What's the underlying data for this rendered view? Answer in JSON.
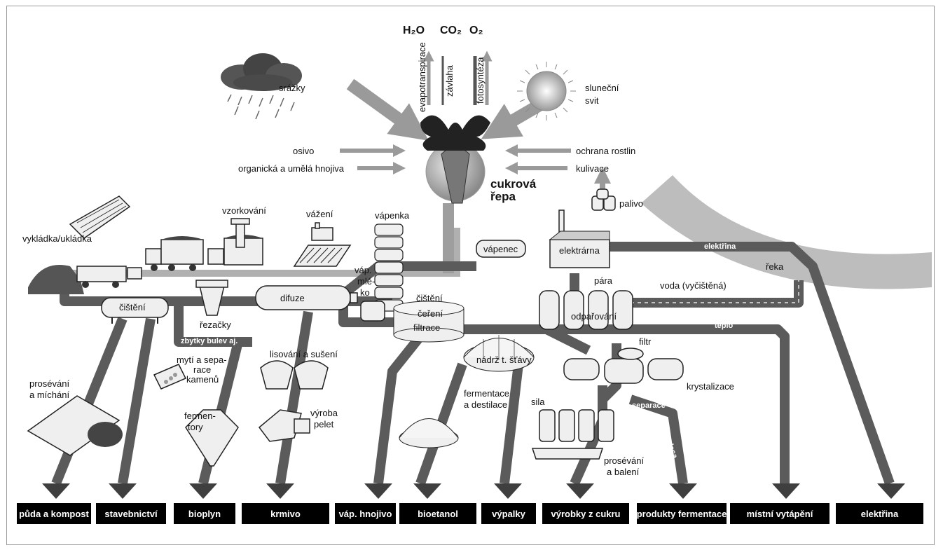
{
  "chemicals": {
    "h2o": "H₂O",
    "co2": "CO₂",
    "o2": "O₂"
  },
  "vertical_labels": {
    "evapotranspirace": "evapotranspirace",
    "zavlaha": "závlaha",
    "fotosynteza": "fotosyntéza"
  },
  "inputs": {
    "srazky": "srážky",
    "slunecni": "sluneční",
    "svit": "svit",
    "osivo": "osivo",
    "hnojiva": "organická a umělá hnojiva",
    "ochrana": "ochrana rostlin",
    "kulivace": "kulivace"
  },
  "center": {
    "line1": "cukrová",
    "line2": "řepa"
  },
  "stages": {
    "vykladka": "vykládka/ukládka",
    "vzorkovani": "vzorkování",
    "vazeni": "vážení",
    "vapenka": "vápenka",
    "vapenec": "vápenec",
    "elektrarna": "elektrárna",
    "palivo": "palivo",
    "reka": "řeka",
    "vap_mleko": [
      "váp.",
      "mlé-",
      "ko"
    ],
    "cisteni_left": "čištění",
    "rezacky": "řezačky",
    "difuze": "difuze",
    "cisteni_mid": "čištění",
    "cereni": "čeření",
    "filtrace": "filtrace",
    "para": "pára",
    "voda": "voda (vyčištěná)",
    "odparovani": "odpařování",
    "zbytky": "zbytky bulev aj.",
    "myti": [
      "mytí a sepa-",
      "race",
      "kamenů"
    ],
    "lisovani": "lisování a sušení",
    "nadrz": "nádrž t. šťávy",
    "filtr": "filtr",
    "krystalizace": "krystalizace",
    "prosevani_left": [
      "prosévání",
      "a míchání"
    ],
    "fermentory": [
      "fermen-",
      "tory"
    ],
    "vyroba_pelet": [
      "výroba",
      "pelet"
    ],
    "fermentace": [
      "fermentace",
      "a destilace"
    ],
    "sila": "sila",
    "prosevani_right": [
      "prosévání",
      "a balení"
    ],
    "separace": "separace",
    "melasa": "melasa",
    "elektrina_pipe": "elektřina",
    "teplo": "teplo"
  },
  "outputs": [
    "půda a kompost",
    "stavebnictví",
    "bioplyn",
    "krmivo",
    "váp. hnojivo",
    "bioetanol",
    "výpalky",
    "výrobky z cukru",
    "produkty fermentace",
    "místní vytápění",
    "elektřina"
  ],
  "colors": {
    "pipe": "#5b5b5b",
    "light_pipe": "#b4b4b4",
    "output_bar": "#000000"
  }
}
